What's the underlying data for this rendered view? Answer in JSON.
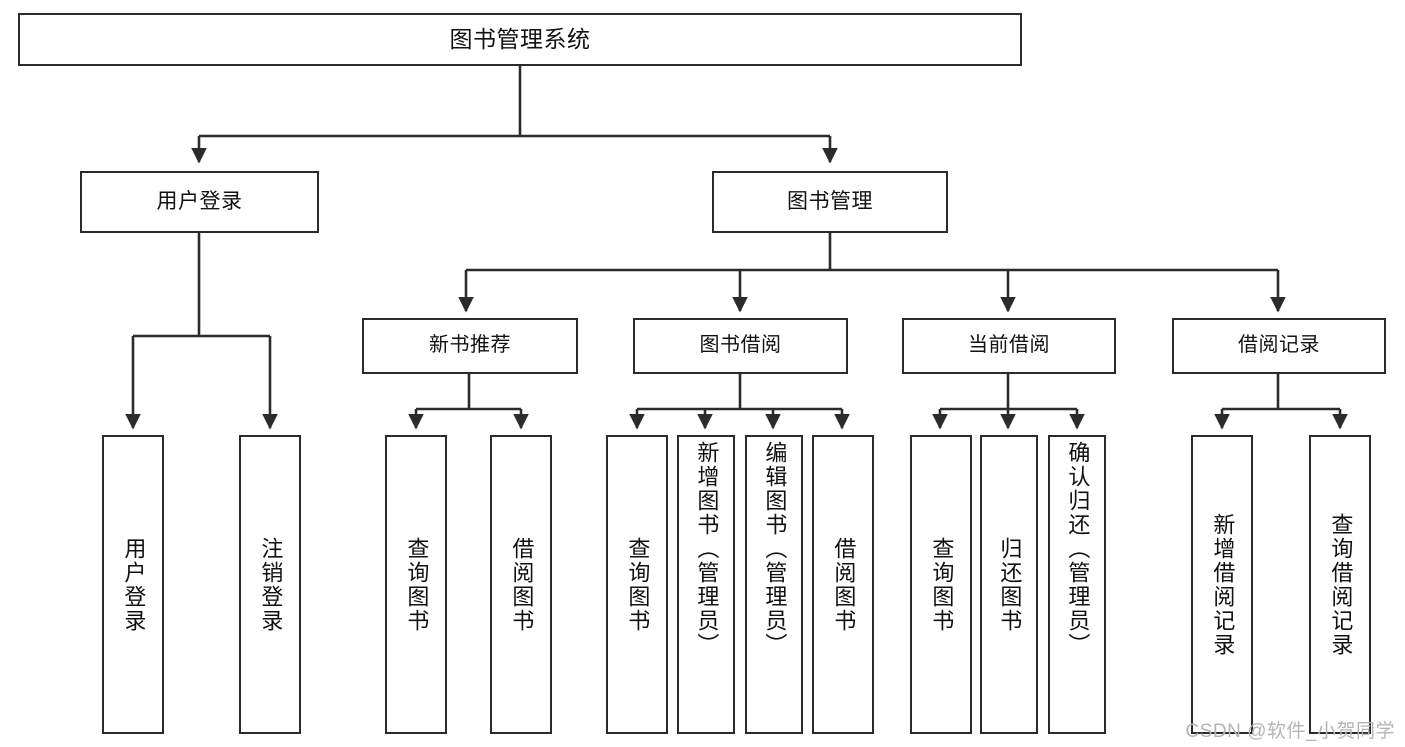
{
  "diagram": {
    "type": "tree",
    "title": "图书管理系统",
    "style": {
      "box_border_color": "#2b2b2b",
      "box_fill_color": "#ffffff",
      "line_color": "#2b2b2b",
      "text_color": "#111111",
      "background": "#ffffff"
    },
    "root": {
      "label": "图书管理系统"
    },
    "level2": [
      {
        "label": "用户登录"
      },
      {
        "label": "图书管理"
      }
    ],
    "level3": [
      {
        "label": "新书推荐"
      },
      {
        "label": "图书借阅"
      },
      {
        "label": "当前借阅"
      },
      {
        "label": "借阅记录"
      }
    ],
    "leaves": {
      "user_login": [
        {
          "label": "用户登录"
        },
        {
          "label": "注销登录"
        }
      ],
      "new_book_recommend": [
        {
          "label": "查询图书"
        },
        {
          "label": "借阅图书"
        }
      ],
      "book_borrow": [
        {
          "label": "查询图书"
        },
        {
          "label": "新增图书（管理员）"
        },
        {
          "label": "编辑图书（管理员）"
        },
        {
          "label": "借阅图书"
        }
      ],
      "current_borrow": [
        {
          "label": "查询图书"
        },
        {
          "label": "归还图书"
        },
        {
          "label": "确认归还（管理员）"
        }
      ],
      "borrow_record": [
        {
          "label": "新增借阅记录"
        },
        {
          "label": "查询借阅记录"
        }
      ]
    }
  },
  "watermark": {
    "text": "CSDN @软件_小贺同学"
  }
}
